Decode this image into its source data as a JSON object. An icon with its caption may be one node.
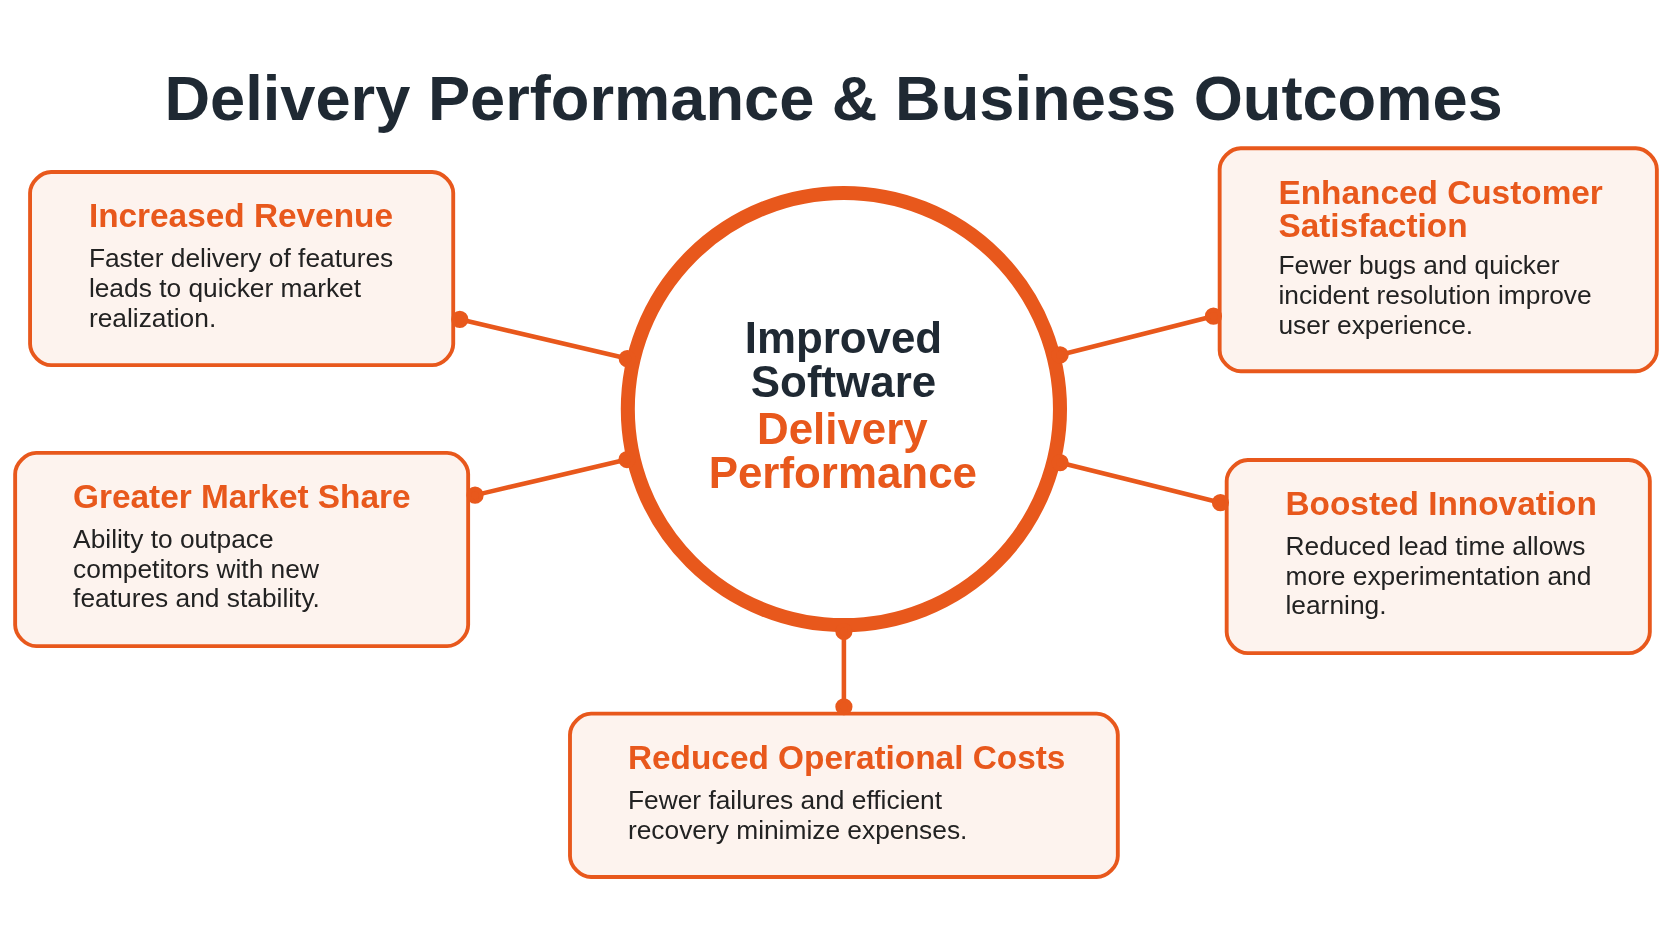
{
  "diagram": {
    "title": "Delivery Performance & Business Outcomes",
    "nodes": [
      {
        "text": [
          "Improved Software",
          "Delivery Performance"
        ]
      },
      {
        "text": [
          "Increased Revenue",
          "Faster delivery of features leads to quicker market realization."
        ]
      },
      {
        "text": [
          "Enhanced Customer Satisfaction",
          "Fewer bugs and quicker incident resolution improve user experience."
        ]
      },
      {
        "text": [
          "Greater Market Share",
          "Ability to outpace competitors with new features and stability."
        ]
      },
      {
        "text": [
          "Boosted Innovation",
          "Reduced lead time allows more experimentation and learning."
        ]
      },
      {
        "text": [
          "Reduced Operational Costs",
          "Fewer failures and efficient recovery minimize expenses."
        ]
      }
    ],
    "edges": [
      {
        "from": 0,
        "to": 1,
        "arrow": "other"
      },
      {
        "from": 0,
        "to": 2,
        "arrow": "other"
      },
      {
        "from": 0,
        "to": 3,
        "arrow": "other"
      },
      {
        "from": 0,
        "to": 4,
        "arrow": "other"
      },
      {
        "from": 0,
        "to": 5,
        "arrow": "other"
      }
    ]
  }
}
